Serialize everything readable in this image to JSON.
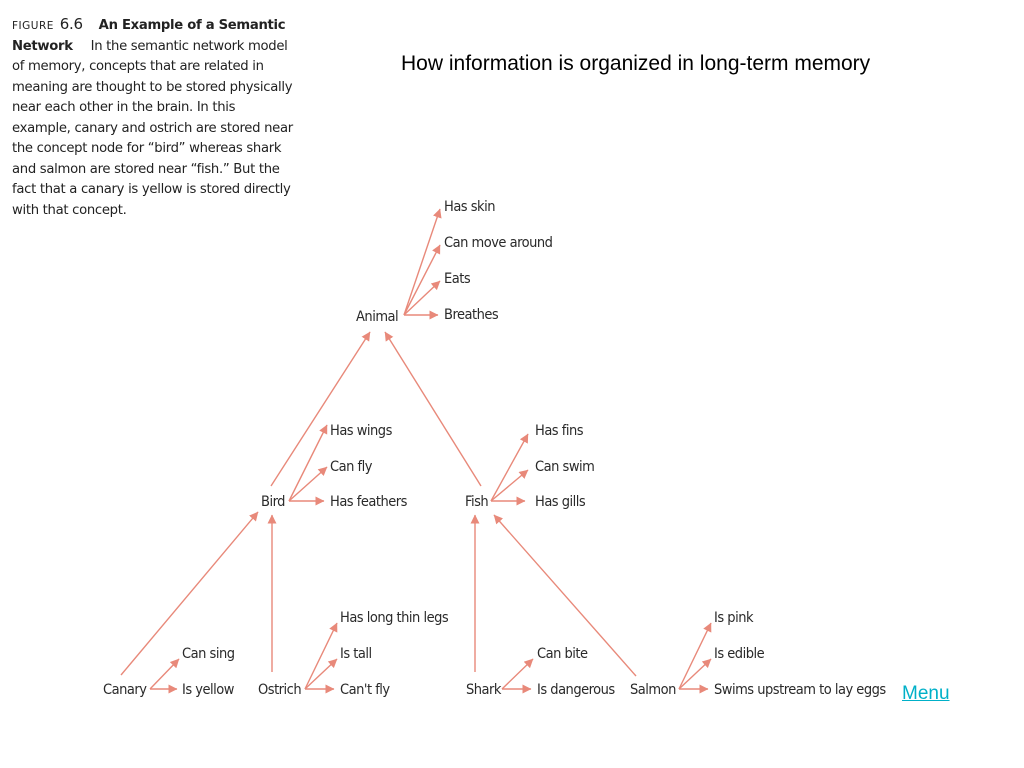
{
  "heading": "How information is organized in long-term memory",
  "caption": {
    "figure_word": "FIGURE",
    "figure_number": "6.6",
    "title": "An Example of a Semantic Network",
    "body": "In the semantic network model of memory, concepts that are related in meaning are thought to be stored physically near each other in the brain. In this example, canary and ostrich are stored near the concept node for “bird” whereas shark and salmon are stored near “fish.” But the fact that a canary is yellow is stored directly with that concept."
  },
  "nodes": {
    "animal": "Animal",
    "animal_props": [
      "Has skin",
      "Can move around",
      "Eats",
      "Breathes"
    ],
    "bird": "Bird",
    "bird_props": [
      "Has wings",
      "Can fly",
      "Has feathers"
    ],
    "fish": "Fish",
    "fish_props": [
      "Has fins",
      "Can swim",
      "Has gills"
    ],
    "canary": "Canary",
    "canary_props": [
      "Can sing",
      "Is yellow"
    ],
    "ostrich": "Ostrich",
    "ostrich_props": [
      "Has long thin legs",
      "Is tall",
      "Can't fly"
    ],
    "shark": "Shark",
    "shark_props": [
      "Can bite",
      "Is dangerous"
    ],
    "salmon": "Salmon",
    "salmon_props": [
      "Is pink",
      "Is edible",
      "Swims upstream to lay eggs"
    ]
  },
  "menu_label": "Menu",
  "colors": {
    "arrow": "#e8897a",
    "link": "#00b0c8"
  }
}
